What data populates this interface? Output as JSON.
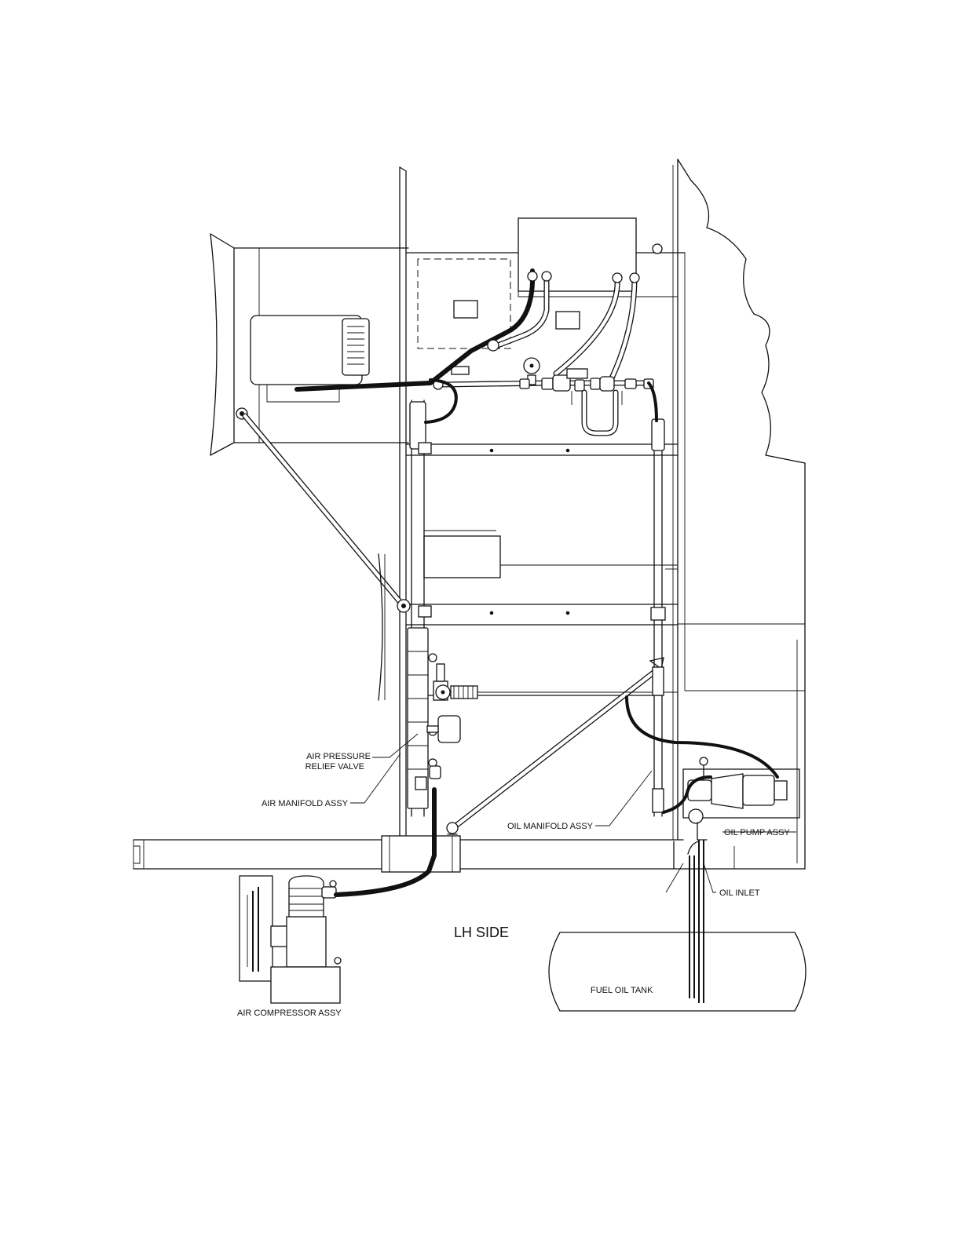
{
  "diagram": {
    "view_label": "LH SIDE",
    "labels": {
      "air_pressure_relief_valve": [
        "AIR PRESSURE",
        "RELIEF VALVE"
      ],
      "air_manifold_assy": "AIR MANIFOLD ASSY",
      "oil_manifold_assy": "OIL MANIFOLD ASSY",
      "oil_pump_assy": "OIL PUMP ASSY",
      "oil_inlet": "OIL INLET",
      "fuel_oil_tank": "FUEL OIL TANK",
      "air_compressor_assy": "AIR COMPRESSOR ASSY"
    }
  }
}
